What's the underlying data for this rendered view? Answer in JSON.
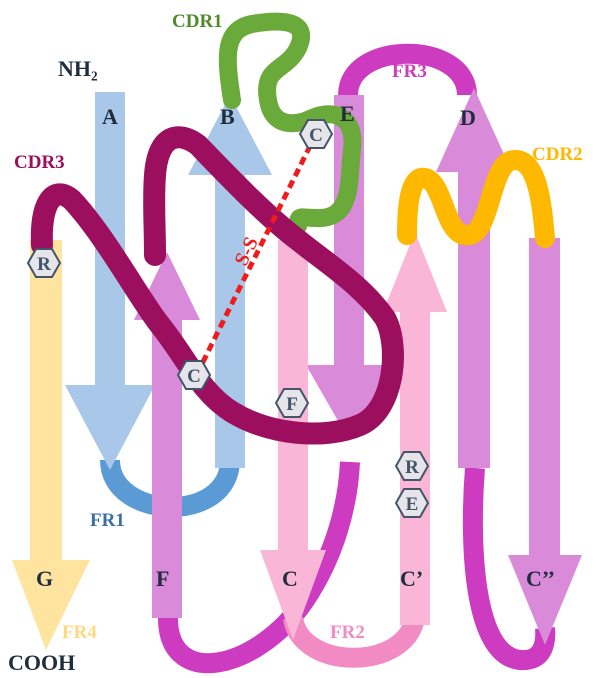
{
  "labels": {
    "nh2": "NH₂",
    "cooh": "COOH",
    "strand_a": "A",
    "strand_b": "B",
    "strand_e": "E",
    "strand_d": "D",
    "strand_g": "G",
    "strand_f": "F",
    "strand_c": "C",
    "strand_c_prime": "C’",
    "strand_c_double_prime": "C’’",
    "ss_bond": "S-S"
  },
  "regions": {
    "cdr1": "CDR1",
    "cdr2": "CDR2",
    "cdr3": "CDR3",
    "fr1": "FR1",
    "fr2": "FR2",
    "fr3": "FR3",
    "fr4": "FR4"
  },
  "residues": {
    "cys_upper": "C",
    "cys_lower": "C",
    "arg_left": "R",
    "phe": "F",
    "arg_right": "R",
    "glu": "E"
  },
  "colors": {
    "framework_blue": "#a9c7e8",
    "fr1_loop": "#5b9bd5",
    "framework_magenta": "#cc3bc0",
    "strand_violet": "#d98ad8",
    "strand_pink": "#f9b6d6",
    "fr2_loop": "#f28bc4",
    "strand_g": "#ffe4a0",
    "fr4_text": "#fcd97f",
    "cdr1": "#6aaa3a",
    "cdr2": "#ffb800",
    "cdr3": "#9b0f5e",
    "disulfide": "#ee1c1c",
    "hex_fill": "#e6e6ea"
  }
}
